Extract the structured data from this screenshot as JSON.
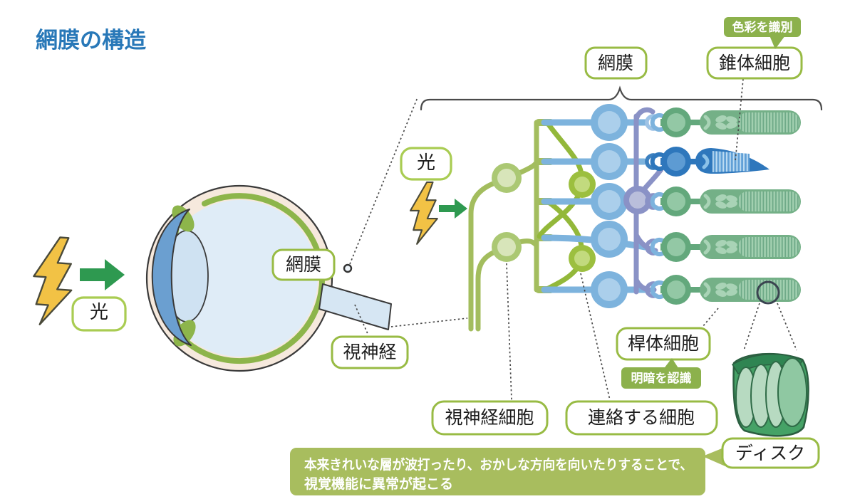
{
  "title": "網膜の構造",
  "labels": {
    "light_eye": "光",
    "retina_eye": "網膜",
    "optic_nerve": "視神経",
    "retina_top": "網膜",
    "cone_cell": "錐体細胞",
    "cone_tag": "色彩を識別",
    "light_cells": "光",
    "rod_cell": "桿体細胞",
    "rod_tag": "明暗を認識",
    "ganglion_cell": "視神経細胞",
    "connector_cell": "連絡する細胞",
    "disk": "ディスク"
  },
  "banner": {
    "line1": "本来きれいな層が波打ったり、おかしな方向を向いたりすることで、",
    "line2": "視覚機能に異常が起こる"
  },
  "colors": {
    "title": "#2878b8",
    "label_border": "#98bb44",
    "tag_bg": "#8cb14c",
    "banner_bg": "#a8bd5e",
    "arrow_green": "#2e9950",
    "bolt_yellow": "#f2c245",
    "rod_green": "#63a87c",
    "cone_blue": "#2e77bc",
    "bipolar_blue": "#7db3dd",
    "amacrine_purple": "#8a92c6",
    "ganglion_green": "#abc873"
  }
}
